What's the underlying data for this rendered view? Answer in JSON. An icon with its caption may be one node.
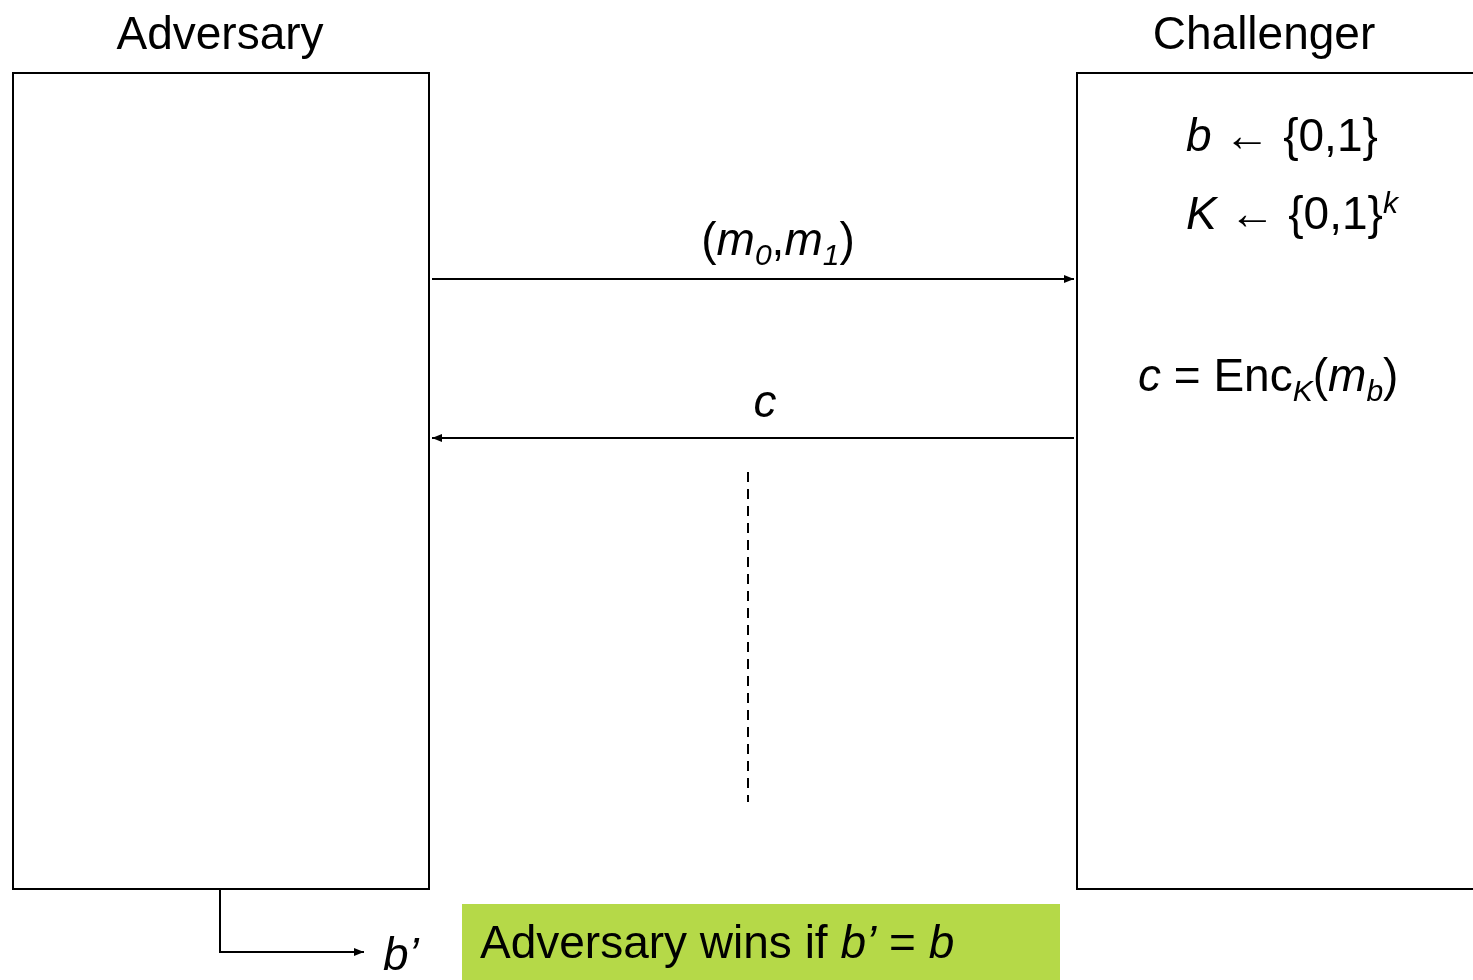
{
  "diagram": {
    "nodes": [
      {
        "text": [
          "Adversary"
        ]
      },
      {
        "text": [
          "Challenger",
          "*b* ← {0,1}",
          "*K* ← {0,1}$^{k}$",
          "*c* = Enc$_{K}$(*m*$_{b}$)"
        ]
      },
      {
        "text": [
          "b’"
        ]
      },
      {
        "text": [
          "Adversary wins if *b’* = *b*"
        ]
      }
    ],
    "edges": [
      {
        "from": 0,
        "to": 1,
        "arrow": "to",
        "label": "(*m*$_{0}$,*m*$_{1}$)"
      },
      {
        "from": 1,
        "to": 0,
        "arrow": "to",
        "label": "*c*"
      },
      {
        "from": 0,
        "to": 2,
        "arrow": "to"
      }
    ]
  }
}
